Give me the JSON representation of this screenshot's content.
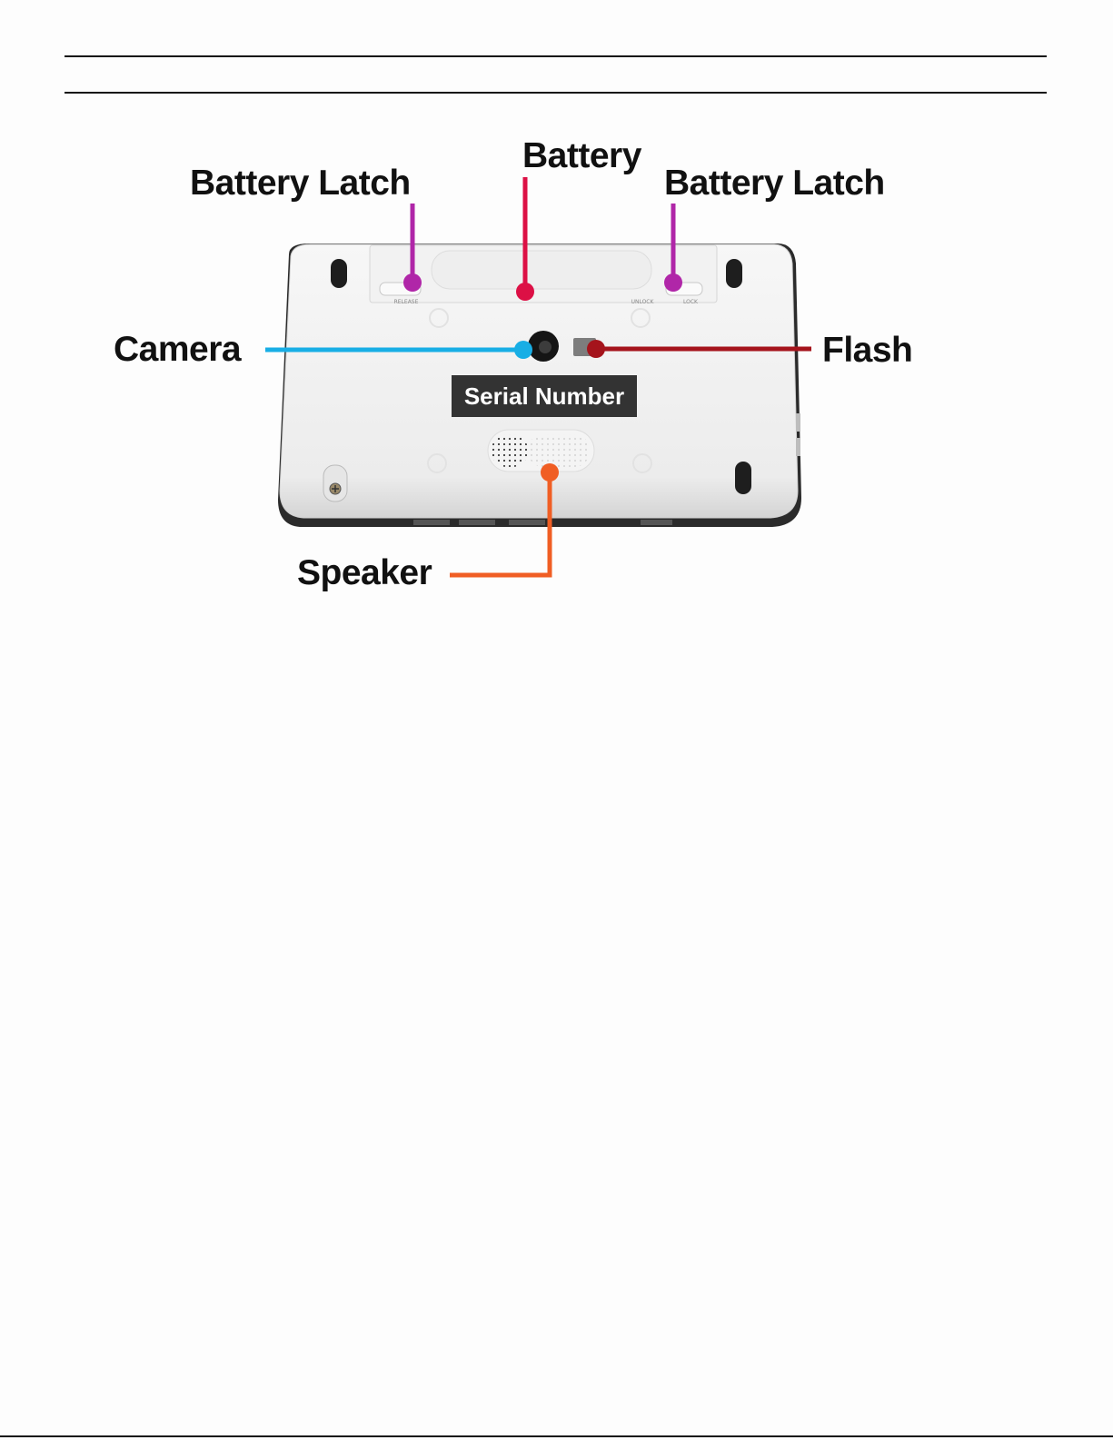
{
  "labels": {
    "battery": "Battery",
    "battery_latch_left": "Battery Latch",
    "battery_latch_right": "Battery Latch",
    "camera": "Camera",
    "flash": "Flash",
    "serial_number": "Serial Number",
    "speaker": "Speaker"
  },
  "device_markings": {
    "release": "RELEASE",
    "unlock": "UNLOCK",
    "lock": "LOCK"
  },
  "colors": {
    "battery": "#dc1045",
    "battery_latch": "#b026a8",
    "camera": "#18aee5",
    "flash": "#a5141c",
    "speaker": "#f05e24"
  }
}
